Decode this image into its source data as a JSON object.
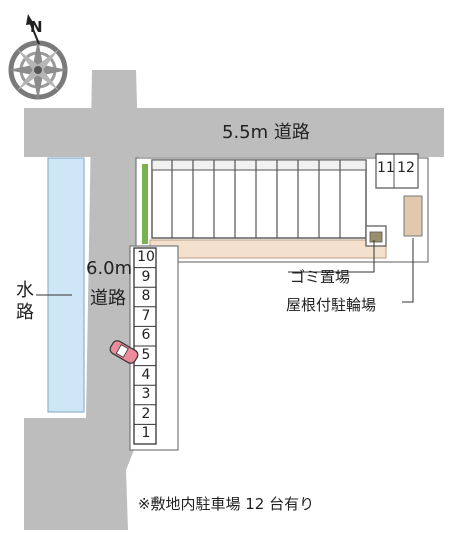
{
  "map": {
    "compass": {
      "north_label": "N"
    },
    "roads": {
      "top": {
        "label": "5.5m 道路"
      },
      "side": {
        "label_line1": "6.0m",
        "label_line2": "道路"
      }
    },
    "waterway": {
      "label_line1": "水",
      "label_line2": "路"
    },
    "facilities": {
      "garbage": {
        "label": "ゴミ置場"
      },
      "bicycle": {
        "label": "屋根付駐輪場"
      }
    },
    "parking_left": [
      "10",
      "9",
      "8",
      "7",
      "6",
      "5",
      "4",
      "3",
      "2",
      "1"
    ],
    "parking_top": [
      "11",
      "12"
    ],
    "footnote": "※敷地内駐車場 12 台有り"
  }
}
